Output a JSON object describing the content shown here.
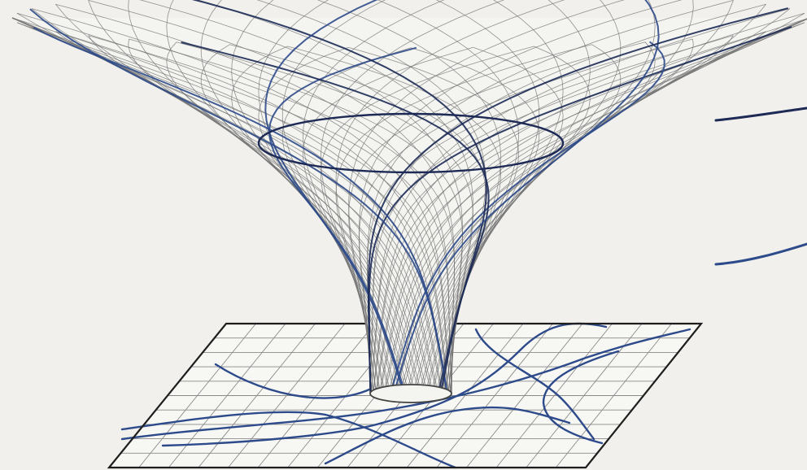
{
  "figure": {
    "description_visible_text": "",
    "colors": {
      "background": "#f1f0ec",
      "mesh_gray": "#6f6f6f",
      "geodesic_blue": "#2d4a8a",
      "dark_navy": "#1c2a55",
      "grid_line": "#8a8a8a",
      "plane_border": "#1e1e1e"
    },
    "funnel": {
      "rulings_per_family": 40,
      "highlighted_geodesics": 10
    },
    "plane": {
      "grid_columns": 16,
      "grid_rows": 10
    },
    "side_strokes": 2
  }
}
